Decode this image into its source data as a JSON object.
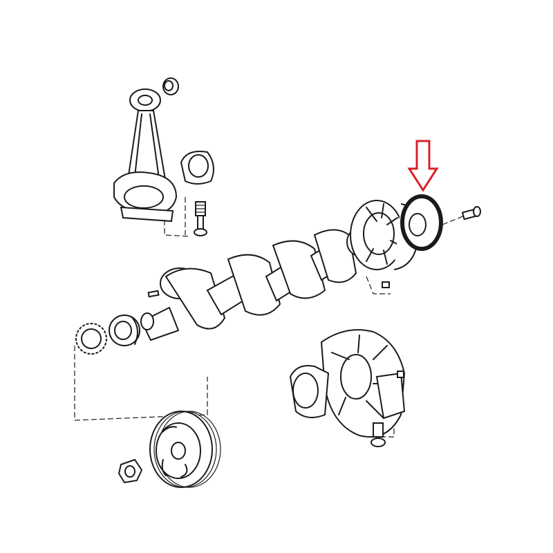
{
  "diagram": {
    "type": "exploded-parts-view",
    "colors": {
      "line": "#1a1a1a",
      "background": "#ffffff",
      "highlight_arrow": "#d9202a"
    },
    "parts": [
      "connecting-rod",
      "rod-bearing-shells",
      "crankshaft",
      "timing-gear",
      "main-bearing",
      "crankshaft-pulley",
      "pulley-nut",
      "rear-seal-housing",
      "rear-oil-seal",
      "housing-bolt",
      "main-bearing-cap"
    ],
    "highlighted_part": "rear-oil-seal"
  }
}
